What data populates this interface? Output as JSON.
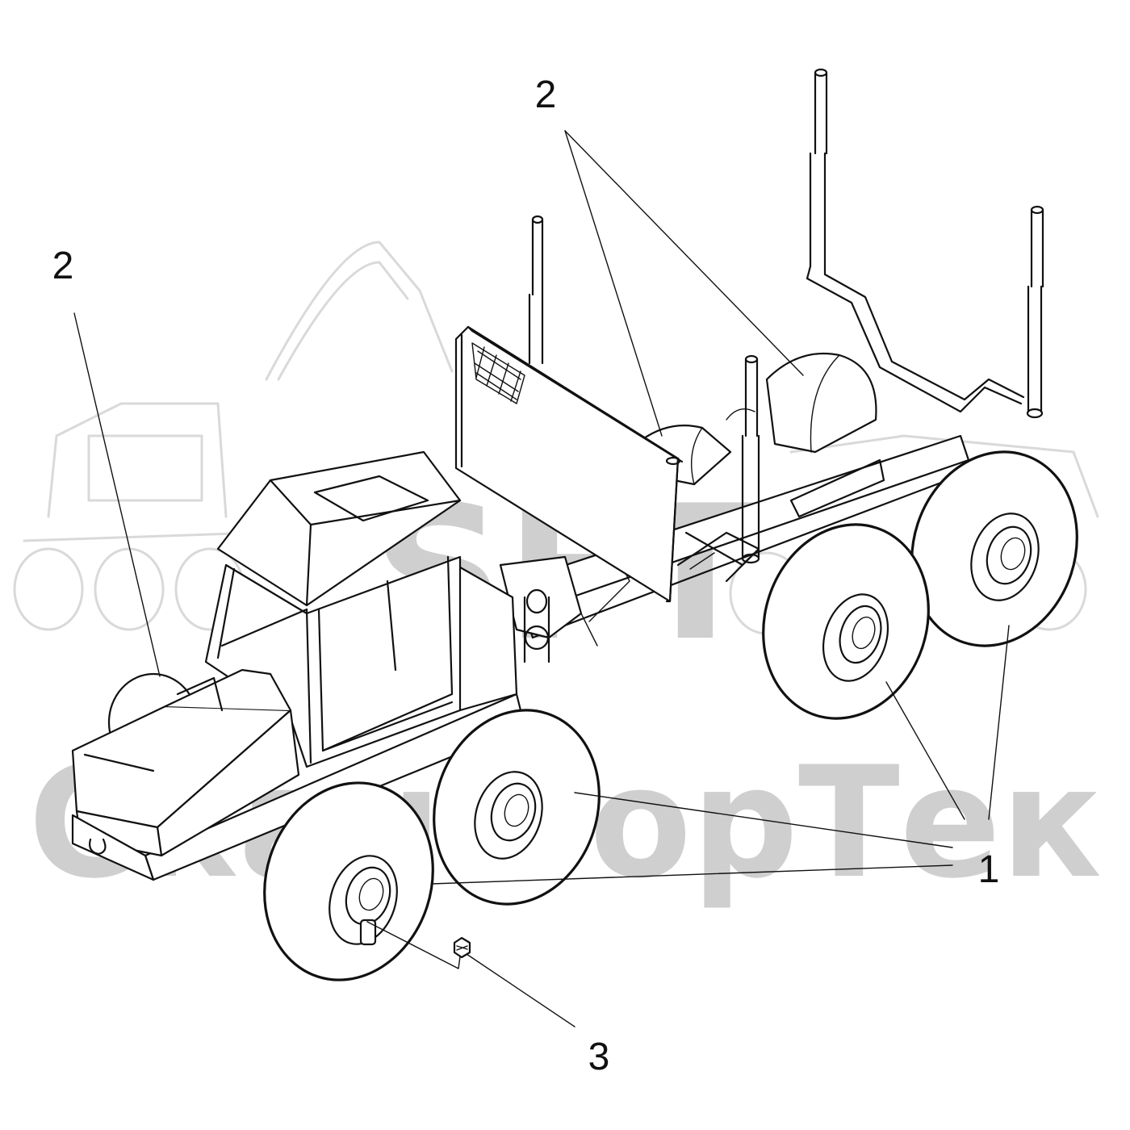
{
  "watermark": {
    "logo_text": "SFT",
    "brand_text": "СканФорТек"
  },
  "callouts": [
    {
      "id": "label-2-left",
      "text": "2"
    },
    {
      "id": "label-2-top",
      "text": "2"
    },
    {
      "id": "label-1-upper",
      "text": "1"
    },
    {
      "id": "label-1-lower",
      "text": "1"
    },
    {
      "id": "label-3",
      "text": "3"
    }
  ]
}
